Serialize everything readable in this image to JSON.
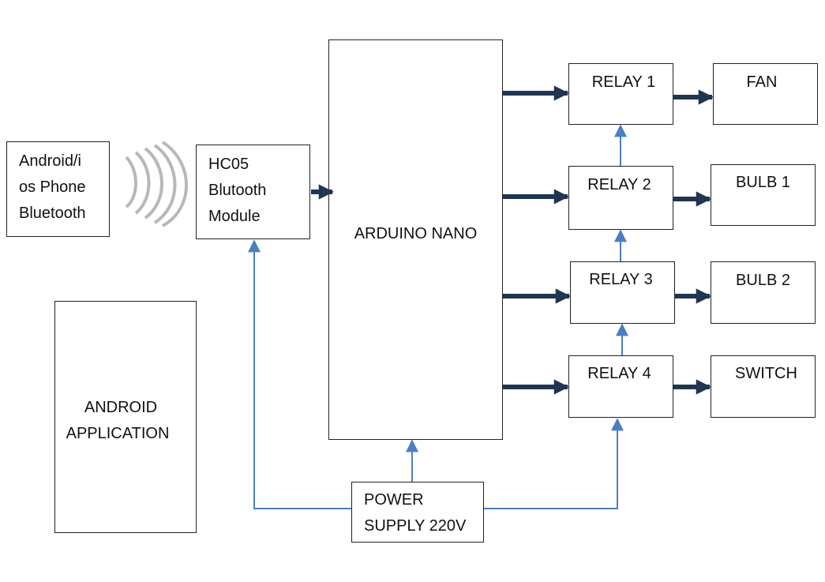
{
  "blocks": {
    "phone": {
      "line1": "Android/i",
      "line2": "os Phone",
      "line3": "Bluetooth"
    },
    "hc05": {
      "line1": "HC05",
      "line2": "Blutooth",
      "line3": "Module"
    },
    "arduino": {
      "label": "ARDUINO NANO"
    },
    "app": {
      "line1": "ANDROID",
      "line2": "APPLICATION"
    },
    "power": {
      "line1": "POWER",
      "line2": "SUPPLY 220V"
    },
    "relays": [
      "RELAY 1",
      "RELAY 2",
      "RELAY 3",
      "RELAY 4"
    ],
    "loads": [
      "FAN",
      "BULB 1",
      "BULB 2",
      "SWITCH"
    ]
  },
  "colors": {
    "box_border": "#222222",
    "signal_arrow": "#1f3552",
    "power_line": "#4a7fc1",
    "wireless_waves": "#b8b8b8"
  },
  "icons": {
    "wireless": "bluetooth-signal-waves-icon"
  }
}
